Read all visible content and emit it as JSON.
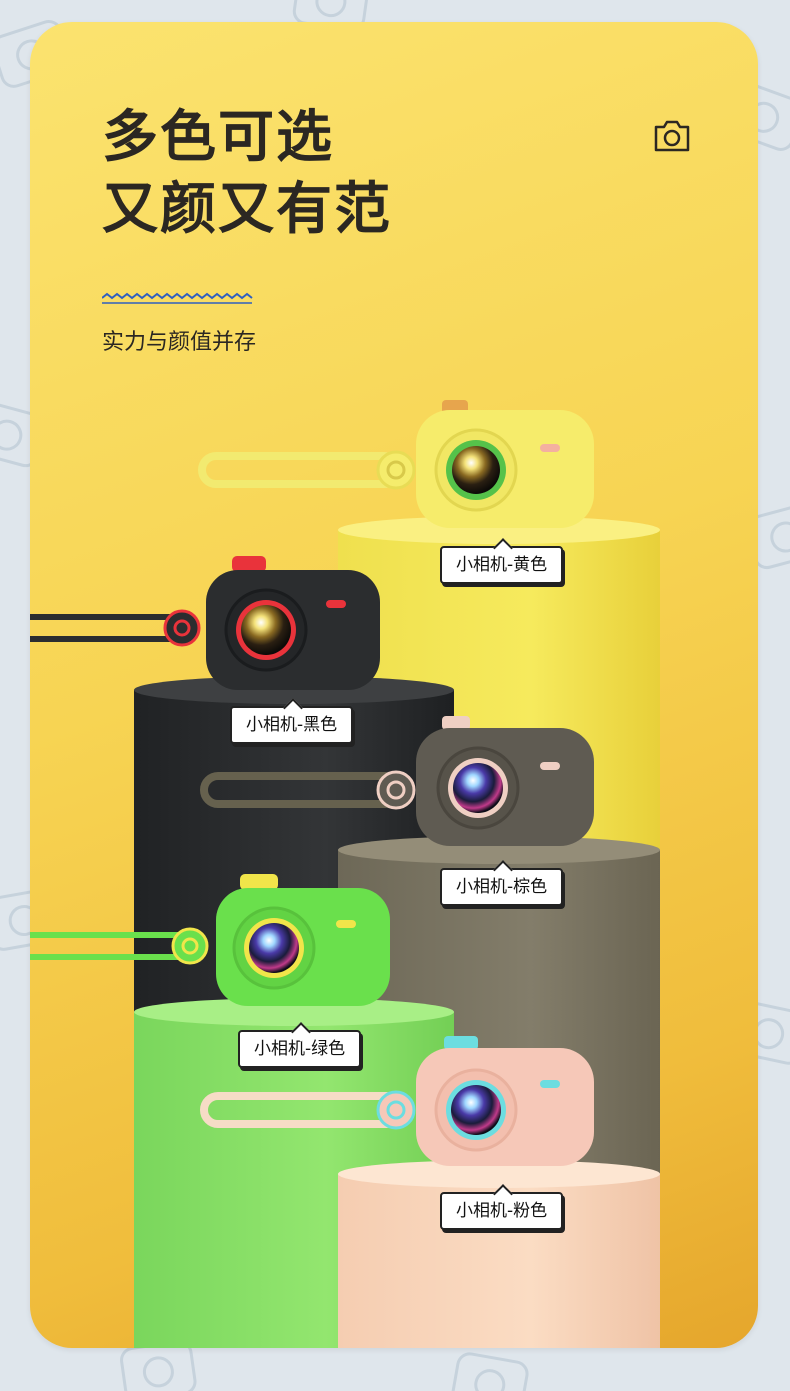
{
  "header": {
    "title_line1": "多色可选",
    "title_line2": "又颜又有范",
    "subtitle": "实力与颜值并存"
  },
  "variants": [
    {
      "label": "小相机-黄色",
      "body": "#f6ec6b",
      "accent": "#e7a54d"
    },
    {
      "label": "小相机-黑色",
      "body": "#2b2d2f",
      "accent": "#e9333b"
    },
    {
      "label": "小相机-棕色",
      "body": "#5f5b52",
      "accent": "#efcfc3"
    },
    {
      "label": "小相机-绿色",
      "body": "#6ae04c",
      "accent": "#f1e54a"
    },
    {
      "label": "小相机-粉色",
      "body": "#f6c8b8",
      "accent": "#6cdde0"
    }
  ],
  "icons": {
    "corner": "camera-icon",
    "divider": "wave-line-icon"
  }
}
